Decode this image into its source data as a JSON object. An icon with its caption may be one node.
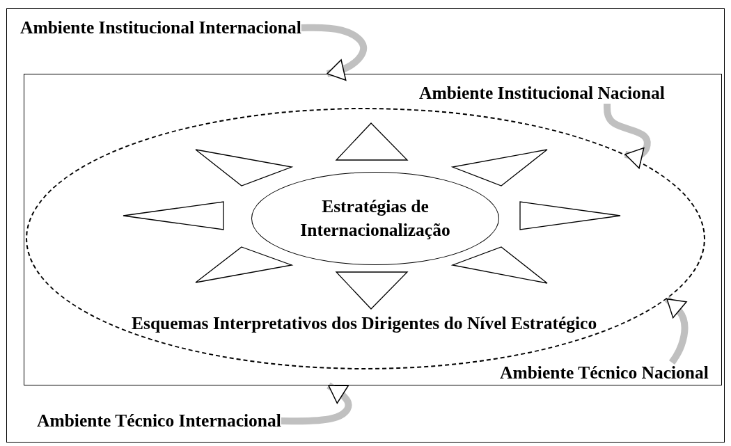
{
  "diagram": {
    "nodes": [
      {
        "text": [],
        "shape": "box"
      },
      {
        "text": [
          "Ambiente Institucional Internacional"
        ],
        "in": 0
      },
      {
        "text": [],
        "shape": "box",
        "in": 0
      },
      {
        "text": [
          "Ambiente Institucional Nacional"
        ],
        "in": 2
      },
      {
        "text": [
          "Esquemas Interpretativos dos Dirigentes do Nível Estratégico"
        ],
        "in": 2
      },
      {
        "text": [
          "Estratégias de Internacionalização"
        ],
        "in": 4
      },
      {
        "text": [
          "Ambiente Técnico Nacional"
        ],
        "in": 2
      },
      {
        "text": [
          "Ambiente Técnico Internacional"
        ],
        "in": 0
      }
    ],
    "edges": [
      {
        "from": 1,
        "to": 2,
        "arrow": "to"
      },
      {
        "from": 3,
        "to": 4,
        "arrow": "to"
      },
      {
        "from": 6,
        "to": 4,
        "arrow": "to"
      },
      {
        "from": 7,
        "to": 2,
        "arrow": "to"
      }
    ]
  }
}
